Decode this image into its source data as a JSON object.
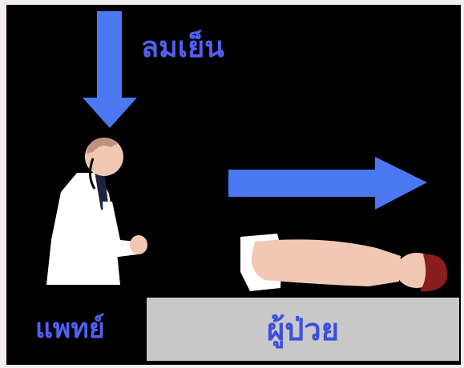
{
  "labels": {
    "cool_air": "ลมเย็น",
    "doctor": "แพทย์",
    "patient": "ผู้ป่วย"
  },
  "colors": {
    "background": "#000000",
    "frame": "#f2eef0",
    "arrow": "#4a78f0",
    "text": "#5060f0",
    "patient_text": "#3a4ee0",
    "bed": "#c8c8c8",
    "coat": "#ffffff",
    "skin": "#f0c8b4",
    "hair": "#8a1e1e"
  },
  "icons": {
    "down_arrow": "arrow-down-icon",
    "right_arrow": "arrow-right-icon",
    "doctor": "doctor-icon",
    "patient": "patient-icon"
  }
}
